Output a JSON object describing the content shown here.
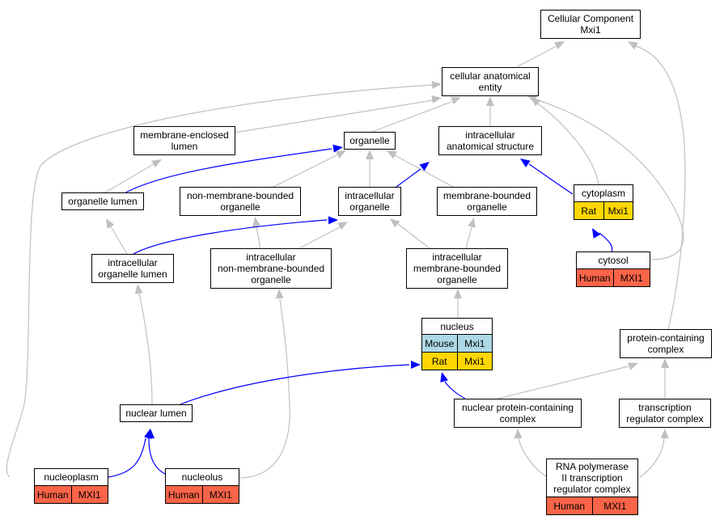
{
  "colors": {
    "is_a_edge": "#c0c0c0",
    "part_of_edge": "#0000ff",
    "human": "#fa6448",
    "rat": "#ffd700",
    "mouse": "#add8e6"
  },
  "nodes": {
    "cellular_component": {
      "label": "Cellular Component\nMxi1"
    },
    "cellular_anatomical_entity": {
      "label": "cellular anatomical\nentity"
    },
    "membrane_enclosed_lumen": {
      "label": "membrane-enclosed\nlumen"
    },
    "organelle": {
      "label": "organelle"
    },
    "intracellular_anatomical_structure": {
      "label": "intracellular\nanatomical structure"
    },
    "organelle_lumen": {
      "label": "organelle lumen"
    },
    "non_membrane_bounded_organelle": {
      "label": "non-membrane-bounded\norganelle"
    },
    "intracellular_organelle": {
      "label": "intracellular\norganelle"
    },
    "membrane_bounded_organelle": {
      "label": "membrane-bounded\norganelle"
    },
    "cytoplasm": {
      "label": "cytoplasm",
      "annotations": [
        {
          "species": "Rat",
          "gene": "Mxi1"
        }
      ]
    },
    "intracellular_organelle_lumen": {
      "label": "intracellular\norganelle lumen"
    },
    "intracellular_non_membrane_bounded_organelle": {
      "label": "intracellular\nnon-membrane-bounded\norganelle"
    },
    "intracellular_membrane_bounded_organelle": {
      "label": "intracellular\nmembrane-bounded\norganelle"
    },
    "cytosol": {
      "label": "cytosol",
      "annotations": [
        {
          "species": "Human",
          "gene": "MXI1"
        }
      ]
    },
    "nucleus": {
      "label": "nucleus",
      "annotations": [
        {
          "species": "Mouse",
          "gene": "Mxi1"
        },
        {
          "species": "Rat",
          "gene": "Mxi1"
        }
      ]
    },
    "protein_containing_complex": {
      "label": "protein-containing\ncomplex"
    },
    "nuclear_lumen": {
      "label": "nuclear lumen"
    },
    "nuclear_protein_containing_complex": {
      "label": "nuclear protein-containing\ncomplex"
    },
    "transcription_regulator_complex": {
      "label": "transcription\nregulator complex"
    },
    "nucleoplasm": {
      "label": "nucleoplasm",
      "annotations": [
        {
          "species": "Human",
          "gene": "MXI1"
        }
      ]
    },
    "nucleolus": {
      "label": "nucleolus",
      "annotations": [
        {
          "species": "Human",
          "gene": "MXI1"
        }
      ]
    },
    "rna_pol_ii_complex": {
      "label": "RNA polymerase\nII transcription\nregulator complex",
      "annotations": [
        {
          "species": "Human",
          "gene": "MXI1"
        }
      ]
    }
  }
}
